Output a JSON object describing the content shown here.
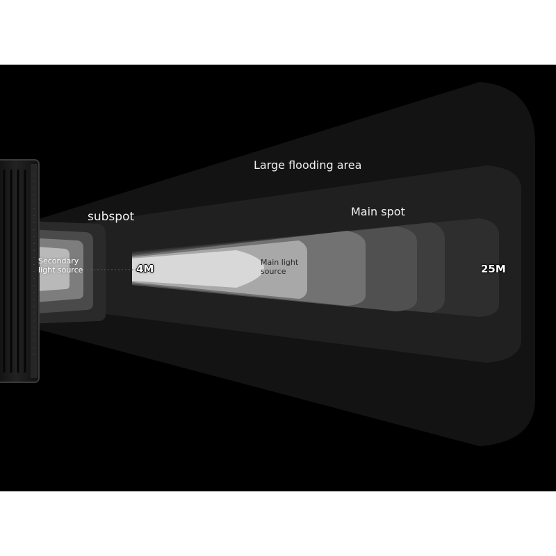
{
  "labels": {
    "flooding_area": "Large flooding area",
    "main_spot": "Main spot",
    "subspot": "subspot",
    "secondary_source": "Secondary light source",
    "main_source": "Main light source"
  },
  "distances": {
    "near": "4M",
    "far": "25M"
  },
  "colors": {
    "background": "#000000",
    "frame": "#ffffff",
    "flood_beam": "#141414",
    "main_spot_beam": "#262626",
    "lamp_body": "#1b1b1b",
    "hotspot": "#d9d9d9"
  },
  "icons": {
    "lamp": "bike-headlight-icon"
  }
}
